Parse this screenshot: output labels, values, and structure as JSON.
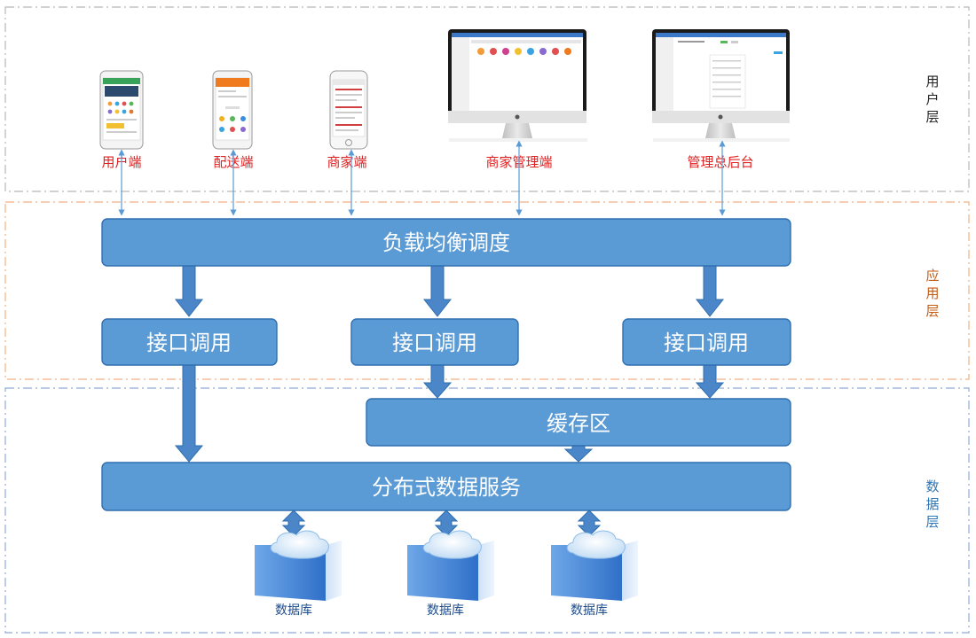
{
  "layers": {
    "user": "用户层",
    "app": "应用层",
    "data": "数据层"
  },
  "clients": [
    {
      "label": "用户端"
    },
    {
      "label": "配送端"
    },
    {
      "label": "商家端"
    },
    {
      "label": "商家管理端"
    },
    {
      "label": "管理总后台"
    }
  ],
  "boxes": {
    "load_balancer": "负载均衡调度",
    "api_1": "接口调用",
    "api_2": "接口调用",
    "api_3": "接口调用",
    "cache": "缓存区",
    "dist_data": "分布式数据服务"
  },
  "databases": [
    {
      "label": "数据库"
    },
    {
      "label": "数据库"
    },
    {
      "label": "数据库"
    }
  ],
  "colors": {
    "box_fill": "#5b9bd5",
    "box_stroke": "#2f6fb0",
    "arrow_fill": "#4a86c8",
    "client_label": "#e02020",
    "db_label": "#1f4e8c",
    "user_layer_border": "#b8b8b8",
    "app_layer_border": "#f4b183",
    "data_layer_border": "#8faadc",
    "user_layer_text": "#222222",
    "app_layer_text": "#c55a11",
    "data_layer_text": "#2e75b6"
  }
}
